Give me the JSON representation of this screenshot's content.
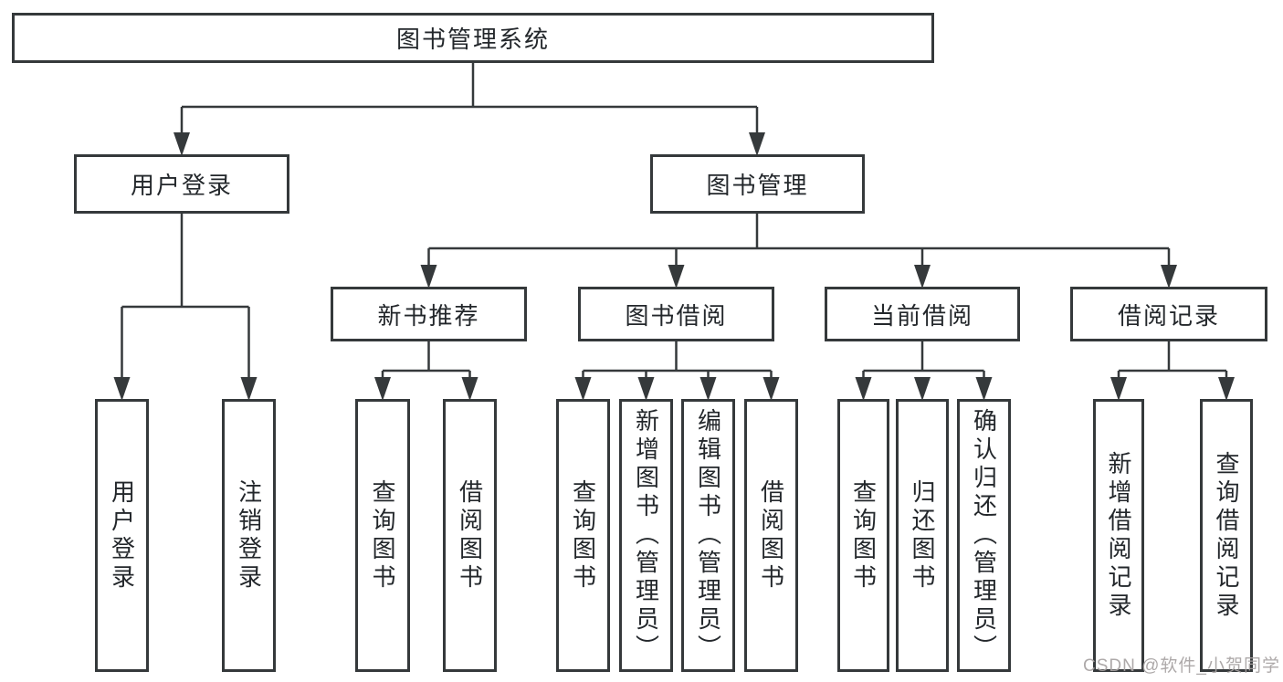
{
  "tree": {
    "root": {
      "label": "图书管理系统"
    },
    "branches": [
      {
        "label": "用户登录",
        "children": [
          {
            "label": "用户登录"
          },
          {
            "label": "注销登录"
          }
        ]
      },
      {
        "label": "图书管理",
        "children": [
          {
            "label": "新书推荐",
            "children": [
              {
                "label": "查询图书"
              },
              {
                "label": "借阅图书"
              }
            ]
          },
          {
            "label": "图书借阅",
            "children": [
              {
                "label": "查询图书"
              },
              {
                "label": "新增图书（管理员）"
              },
              {
                "label": "编辑图书（管理员）"
              },
              {
                "label": "借阅图书"
              }
            ]
          },
          {
            "label": "当前借阅",
            "children": [
              {
                "label": "查询图书"
              },
              {
                "label": "归还图书"
              },
              {
                "label": "确认归还（管理员）"
              }
            ]
          },
          {
            "label": "借阅记录",
            "children": [
              {
                "label": "新增借阅记录"
              },
              {
                "label": "查询借阅记录"
              }
            ]
          }
        ]
      }
    ]
  },
  "watermark": {
    "text": "CSDN @软件_小贺同学"
  },
  "colors": {
    "line": "#35393b",
    "box_border": "#35393b",
    "text": "#23272b",
    "watermark": "#a7a2a2",
    "background": "#ffffff"
  }
}
